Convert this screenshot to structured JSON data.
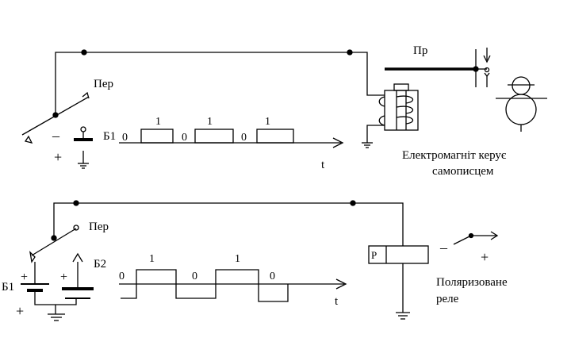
{
  "top_circuit": {
    "switch_label": "Пер",
    "battery_label": "Б1",
    "minus_sign": "–",
    "plus_sign": "+",
    "relay_label": "Пр",
    "axis_label": "t",
    "pulse_levels": [
      "0",
      "1",
      "0",
      "1",
      "0",
      "1"
    ],
    "caption_line1": "Електромагніт керує",
    "caption_line2": "самописцем"
  },
  "bottom_circuit": {
    "switch_label": "Пер",
    "battery1_label": "Б1",
    "battery2_label": "Б2",
    "plus_sign": "+",
    "axis_label": "t",
    "pulse_levels": [
      "0",
      "1",
      "0",
      "1",
      "0"
    ],
    "relay_box_label": "Р",
    "relay_minus": "–",
    "relay_plus": "+",
    "caption_line1": "Поляризоване",
    "caption_line2": "реле"
  }
}
